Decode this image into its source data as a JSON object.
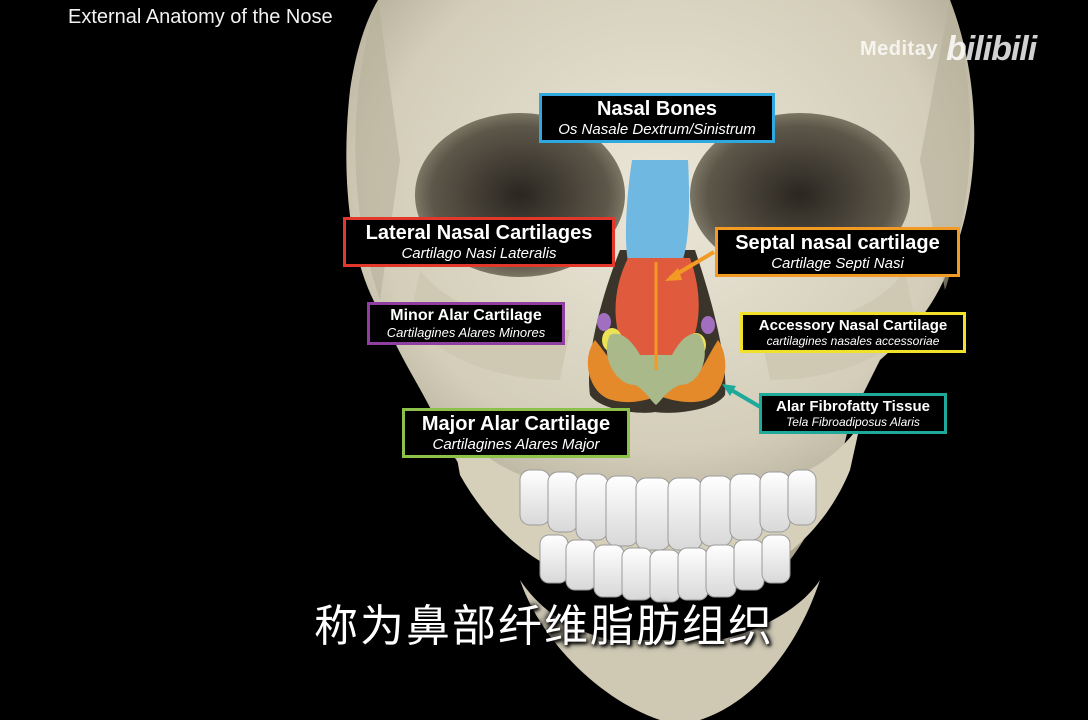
{
  "header": {
    "title": "External Anatomy of the Nose"
  },
  "watermark": {
    "brand": "Meditay",
    "site": "bilibili"
  },
  "labels": {
    "nasal_bones": {
      "main": "Nasal Bones",
      "sub": "Os Nasale Dextrum/Sinistrum",
      "color": "#2fa8e0"
    },
    "lateral_nasal": {
      "main": "Lateral Nasal Cartilages",
      "sub": "Cartilago Nasi Lateralis",
      "color": "#e2382c"
    },
    "septal_nasal": {
      "main": "Septal nasal cartilage",
      "sub": "Cartilage Septi Nasi",
      "color": "#f39a25"
    },
    "minor_alar": {
      "main": "Minor Alar Cartilage",
      "sub": "Cartilagines Alares Minores",
      "color": "#8e3fa0"
    },
    "accessory_nasal": {
      "main": "Accessory Nasal Cartilage",
      "sub": "cartilagines nasales accessoriae",
      "color": "#f2e12b"
    },
    "alar_fibrofatty": {
      "main": "Alar Fibrofatty Tissue",
      "sub": "Tela Fibroadiposus Alaris",
      "color": "#1fa99a"
    },
    "major_alar": {
      "main": "Major Alar Cartilage",
      "sub": "Cartilagines Alares Major",
      "color": "#8dc24a"
    }
  },
  "subtitle": "称为鼻部纤维脂肪组织",
  "colors": {
    "background": "#000000",
    "bone": "#d9d4c3",
    "nasal_bone_fill": "#6fb8e2",
    "lateral_cartilage_fill": "#e05a3e",
    "septal_line": "#f39a25",
    "major_alar_fill": "#a9b98a",
    "fibrofatty_fill": "#e58a2a",
    "accessory_fill": "#ece255",
    "minor_alar_fill": "#a26fc0"
  }
}
